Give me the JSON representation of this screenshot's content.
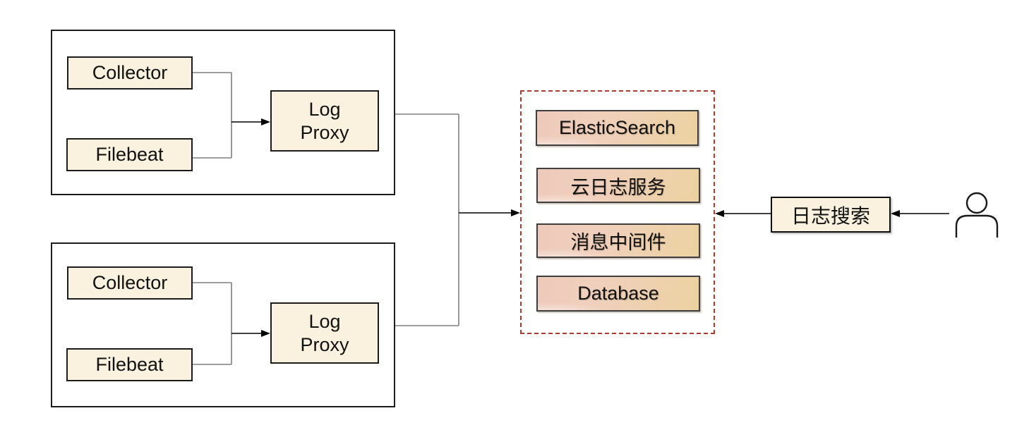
{
  "diagram": {
    "title_semantic": "log-collection-architecture",
    "groups": [
      {
        "collector_label": "Collector",
        "filebeat_label": "Filebeat",
        "proxy_line1": "Log",
        "proxy_line2": "Proxy"
      },
      {
        "collector_label": "Collector",
        "filebeat_label": "Filebeat",
        "proxy_line1": "Log",
        "proxy_line2": "Proxy"
      }
    ],
    "storage_cluster": {
      "items": [
        "ElasticSearch",
        "云日志服务",
        "消息中间件",
        "Database"
      ]
    },
    "search_label": "日志搜索",
    "icons": {
      "user": "user-icon"
    },
    "colors": {
      "box_fill_cream": "#faf2df",
      "box_border_dark": "#1c1c1c",
      "gradient_pink": "#eec9ba",
      "gradient_gold": "#ecd2a1",
      "dashed_border_red": "#b03a2e",
      "connector_gray": "#7f7f7f",
      "arrow_black": "#000000"
    }
  }
}
